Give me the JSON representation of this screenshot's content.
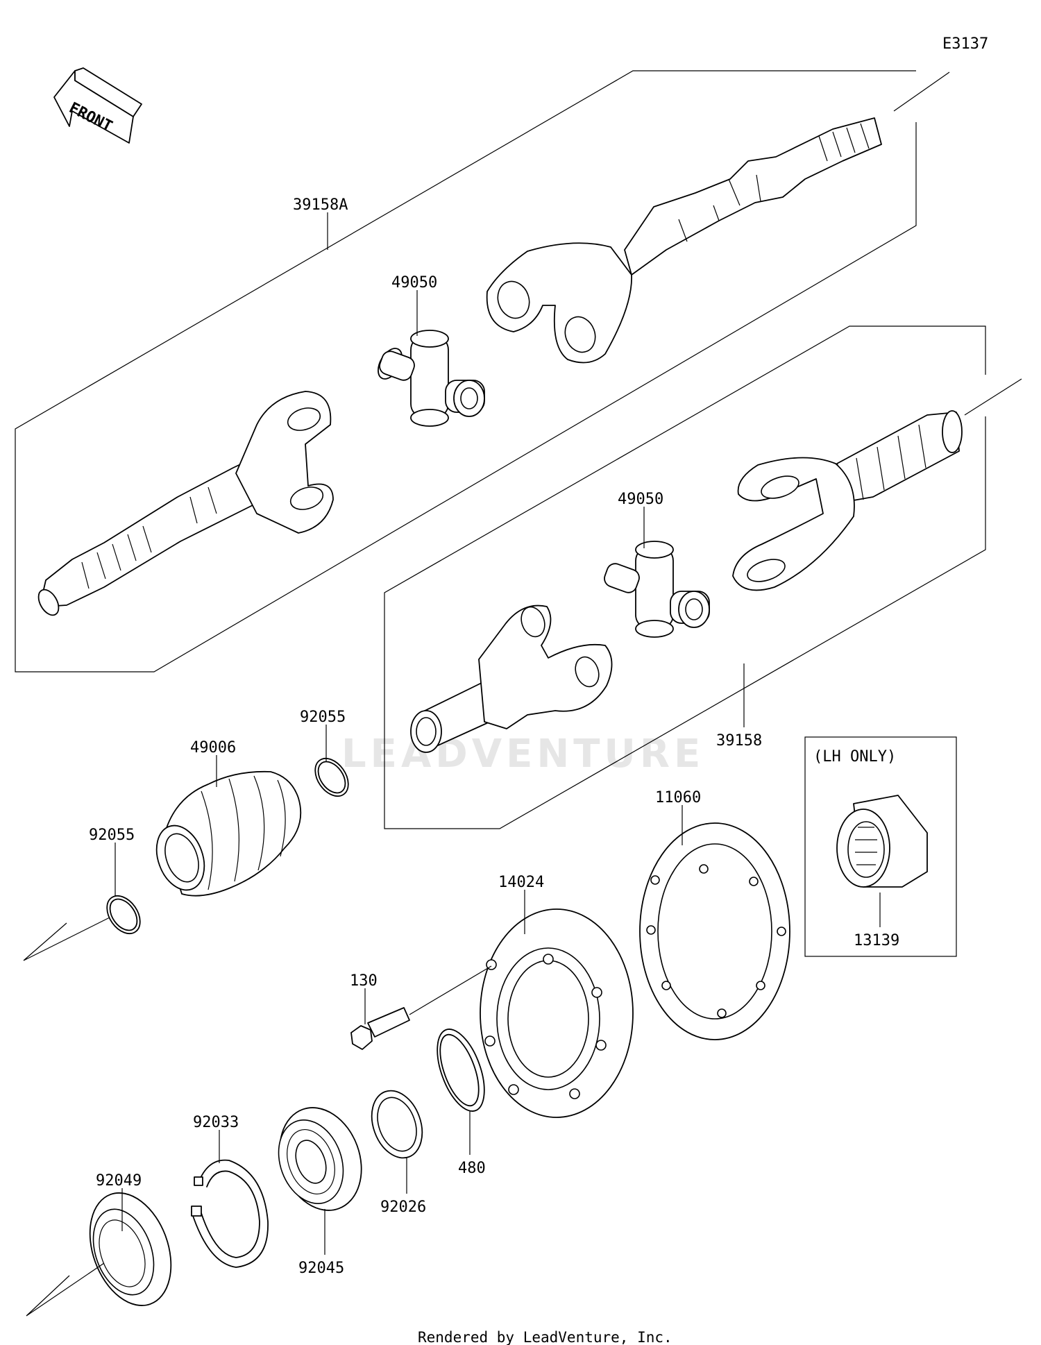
{
  "diagram_code": "E3137",
  "front_label": "FRONT",
  "lh_only_label": "(LH ONLY)",
  "watermark": "LEADVENTURE",
  "credit": "Rendered by LeadVenture, Inc.",
  "parts": {
    "shaft_assy_upper": "39158A",
    "cross_upper": "49050",
    "cross_lower": "49050",
    "shaft_assy_lower": "39158",
    "boot": "49006",
    "ring_upper": "92055",
    "ring_lower": "92055",
    "gasket": "11060",
    "housing": "14024",
    "bolt": "130",
    "circlip_480": "480",
    "shim": "92026",
    "snap_ring": "92033",
    "oil_seal": "92049",
    "bearing": "92045",
    "sleeve_lh": "13139"
  }
}
